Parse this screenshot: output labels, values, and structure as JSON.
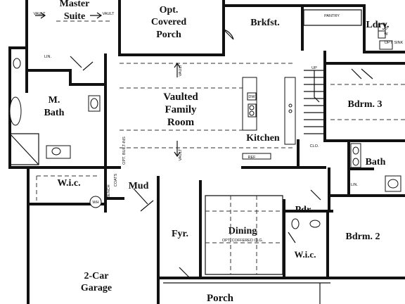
{
  "rooms": {
    "master_suite": [
      "Master",
      "Suite"
    ],
    "covered_porch": [
      "Opt.",
      "Covered",
      "Porch"
    ],
    "brkfst": "Brkfst.",
    "ldry": "Ldry.",
    "family_room": [
      "Vaulted",
      "Family",
      "Room"
    ],
    "kitchen": "Kitchen",
    "bdrm3": "Bdrm. 3",
    "m_bath": [
      "M.",
      "Bath"
    ],
    "bath": "Bath",
    "wic_master": "W.i.c.",
    "mud": "Mud",
    "fyr": "Fyr.",
    "dining": "Dining",
    "pdr": "Pdr.",
    "bdrm2": "Bdrm. 2",
    "wic_bdrm2": "W.i.c.",
    "garage": [
      "2-Car",
      "Garage"
    ],
    "porch": "Porch"
  },
  "labels": {
    "vault": "VAULT",
    "pantry": "PANTRY",
    "dw": "DW",
    "ref": "REF",
    "clo": "CLO.",
    "lin": "LIN.",
    "up": "UP",
    "opt_builtins": "OPT. BUILT-INS",
    "coats": "COATS",
    "bench": "BENCH",
    "wh": "WH",
    "coffered": "OPT. COFFERED CLG.",
    "opt_sink": "OPT. SINK",
    "d": "D",
    "w": "W"
  }
}
